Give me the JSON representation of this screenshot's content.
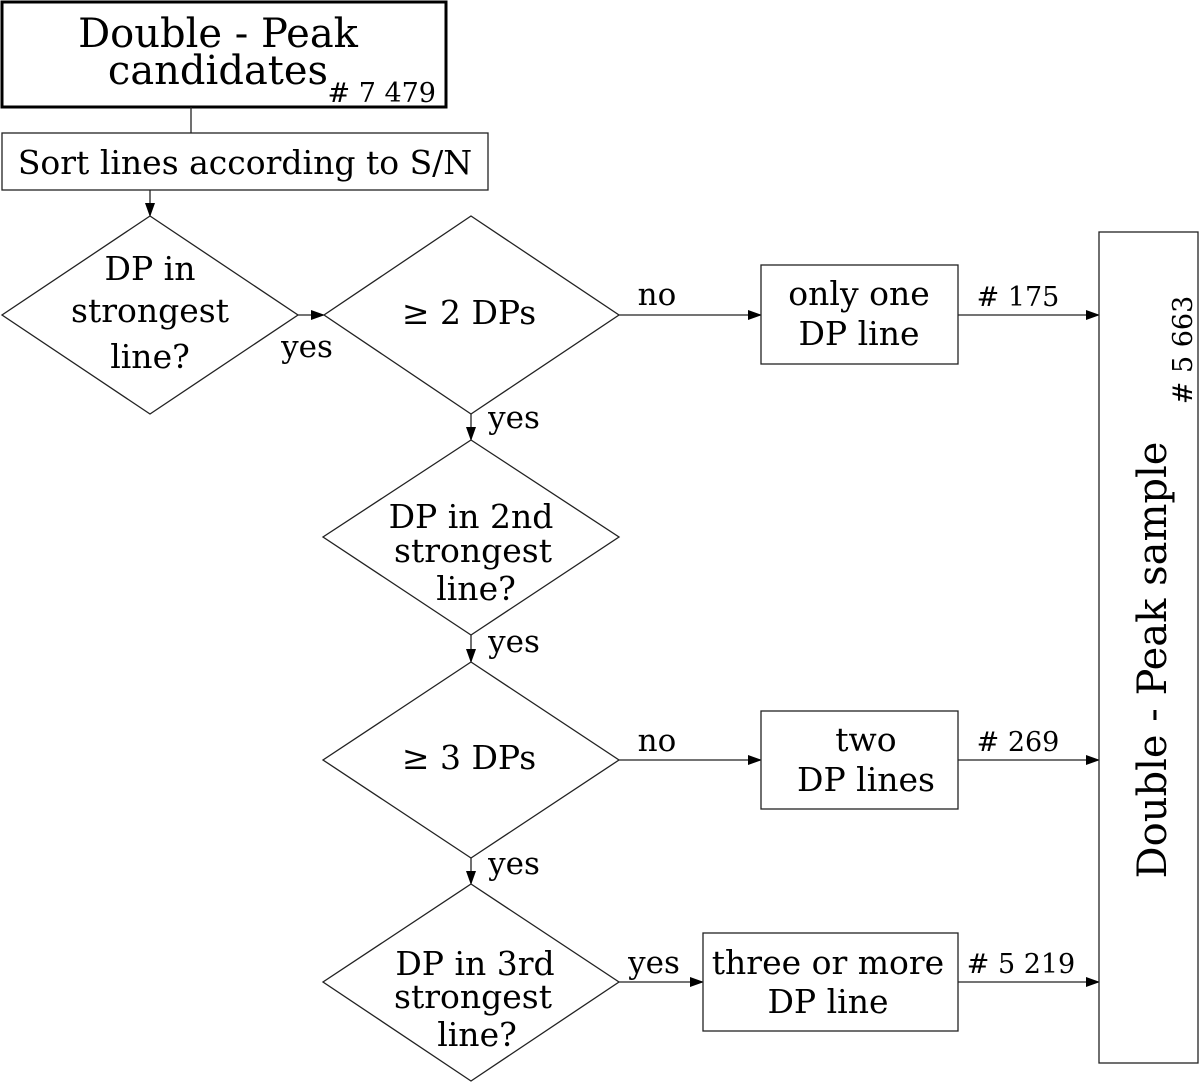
{
  "diagram": {
    "title": "Double-Peak sample selection flowchart",
    "nodes": {
      "candidates": {
        "line1": "Double - Peak",
        "line2": "candidates",
        "count": "# 7 479"
      },
      "sort": {
        "label": "Sort lines according to S/N"
      },
      "dp_strongest": {
        "line1": "DP in",
        "line2": "strongest",
        "line3": "line?"
      },
      "ge2": {
        "label": "≥ 2 DPs"
      },
      "only_one": {
        "line1": "only one",
        "line2": "DP line"
      },
      "dp_2nd": {
        "line1": "DP in 2nd",
        "line2": "strongest",
        "line3": "line?"
      },
      "ge3": {
        "label": "≥ 3 DPs"
      },
      "two": {
        "line1": "two",
        "line2": "DP lines"
      },
      "dp_3rd": {
        "line1": "DP in 3rd",
        "line2": "strongest",
        "line3": "line?"
      },
      "three_more": {
        "line1": "three or more",
        "line2": "DP line"
      },
      "sample": {
        "label": "Double - Peak sample",
        "count": "# 5 663"
      }
    },
    "edges": {
      "strongest_yes": "yes",
      "ge2_no": "no",
      "ge2_yes": "yes",
      "dp2_yes": "yes",
      "ge3_no": "no",
      "ge3_yes": "yes",
      "dp3_yes": "yes",
      "only_one_count": "# 175",
      "two_count": "# 269",
      "three_count": "# 5 219"
    }
  }
}
